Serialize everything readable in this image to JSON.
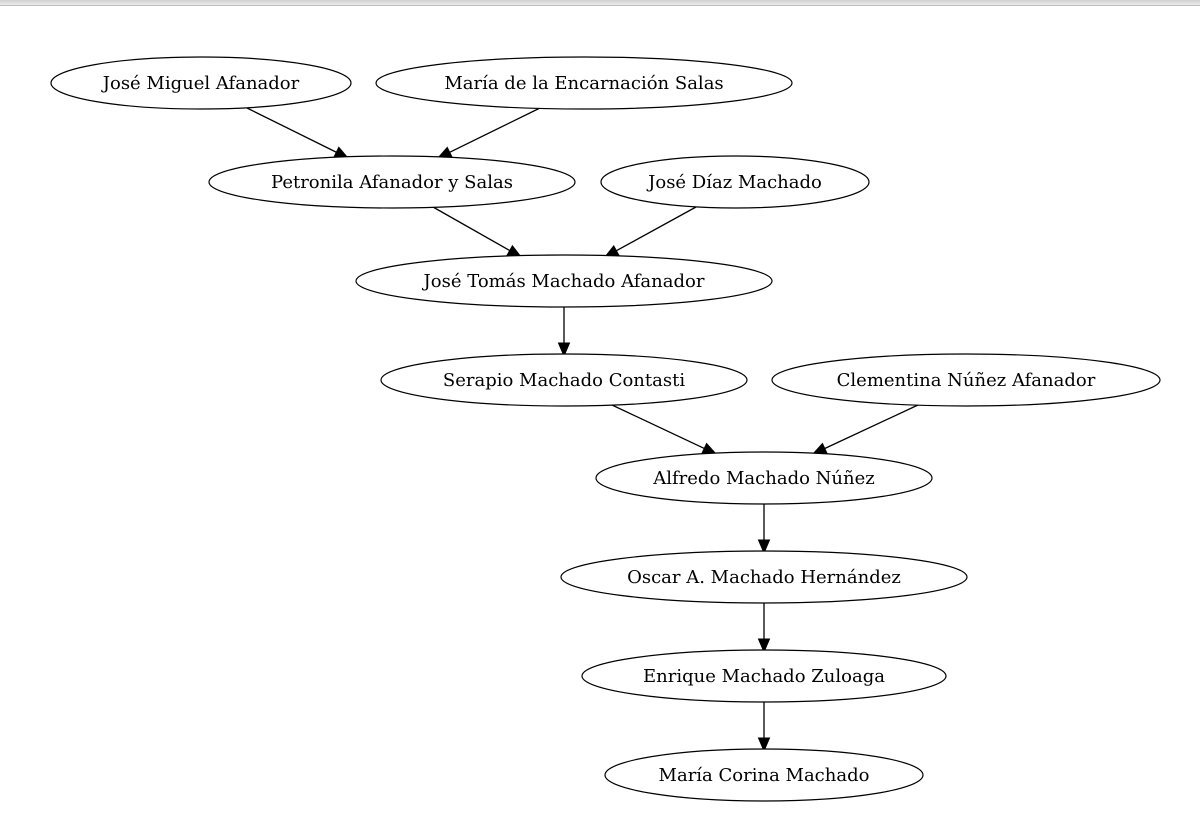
{
  "diagram": {
    "nodes": [
      {
        "id": "jose_miguel",
        "label": "José Miguel Afanador"
      },
      {
        "id": "maria_encarnacion",
        "label": "María de la Encarnación Salas"
      },
      {
        "id": "petronila",
        "label": "Petronila Afanador y Salas"
      },
      {
        "id": "jose_diaz",
        "label": "José Díaz Machado"
      },
      {
        "id": "jose_tomas",
        "label": "José Tomás Machado Afanador"
      },
      {
        "id": "serapio",
        "label": "Serapio Machado Contasti"
      },
      {
        "id": "clementina",
        "label": "Clementina Núñez Afanador"
      },
      {
        "id": "alfredo",
        "label": "Alfredo Machado Núñez"
      },
      {
        "id": "oscar",
        "label": "Oscar A. Machado Hernández"
      },
      {
        "id": "enrique",
        "label": "Enrique Machado Zuloaga"
      },
      {
        "id": "maria_corina",
        "label": "María Corina Machado"
      }
    ],
    "edges": [
      {
        "from": "jose_miguel",
        "to": "petronila"
      },
      {
        "from": "maria_encarnacion",
        "to": "petronila"
      },
      {
        "from": "petronila",
        "to": "jose_tomas"
      },
      {
        "from": "jose_diaz",
        "to": "jose_tomas"
      },
      {
        "from": "jose_tomas",
        "to": "serapio"
      },
      {
        "from": "serapio",
        "to": "alfredo"
      },
      {
        "from": "clementina",
        "to": "alfredo"
      },
      {
        "from": "alfredo",
        "to": "oscar"
      },
      {
        "from": "oscar",
        "to": "enrique"
      },
      {
        "from": "enrique",
        "to": "maria_corina"
      }
    ]
  }
}
